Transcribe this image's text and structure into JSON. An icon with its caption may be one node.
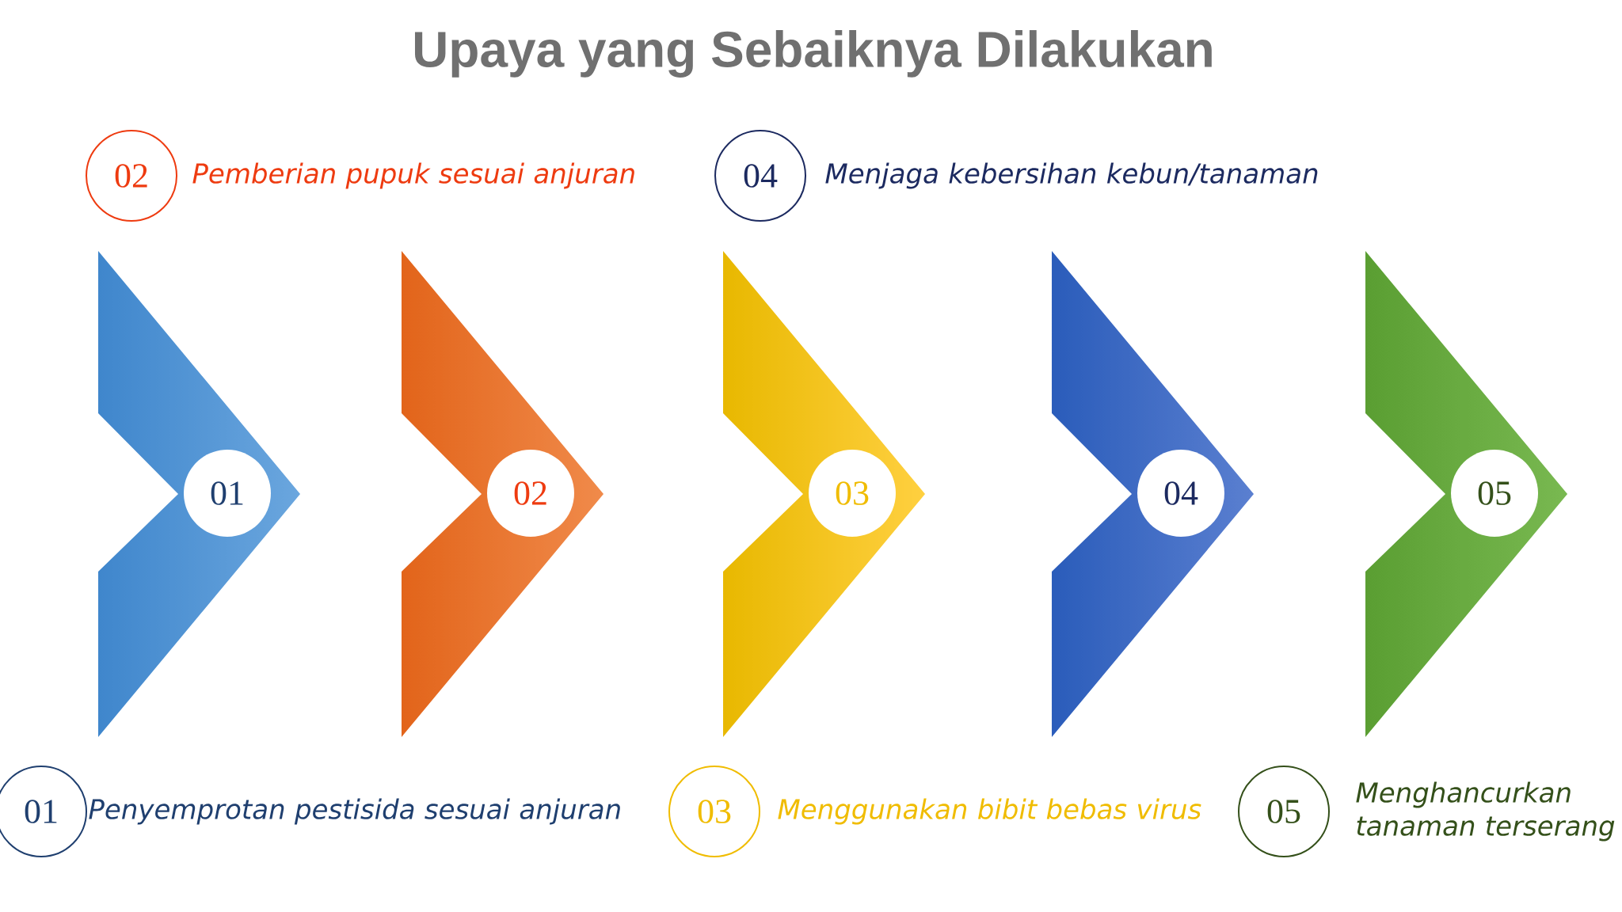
{
  "diagram": {
    "title": "Upaya yang Sebaiknya Dilakukan",
    "nodes": [
      {
        "text": [
          "02"
        ],
        "beside": [
          "Pemberian pupuk sesuai anjuran"
        ]
      },
      {
        "text": [
          "04"
        ],
        "beside": [
          "Menjaga kebersihan kebun/tanaman"
        ]
      },
      {
        "text": [
          "01"
        ]
      },
      {
        "text": [
          "02"
        ]
      },
      {
        "text": [
          "03"
        ]
      },
      {
        "text": [
          "04"
        ]
      },
      {
        "text": [
          "05"
        ]
      },
      {
        "text": [
          "01"
        ],
        "beside": [
          "Penyemprotan pestisida sesuai anjuran"
        ]
      },
      {
        "text": [
          "03"
        ],
        "beside": [
          "Menggunakan bibit bebas virus"
        ]
      },
      {
        "text": [
          "05"
        ],
        "beside": [
          "Menghancurkan tanaman terserang"
        ]
      }
    ]
  }
}
